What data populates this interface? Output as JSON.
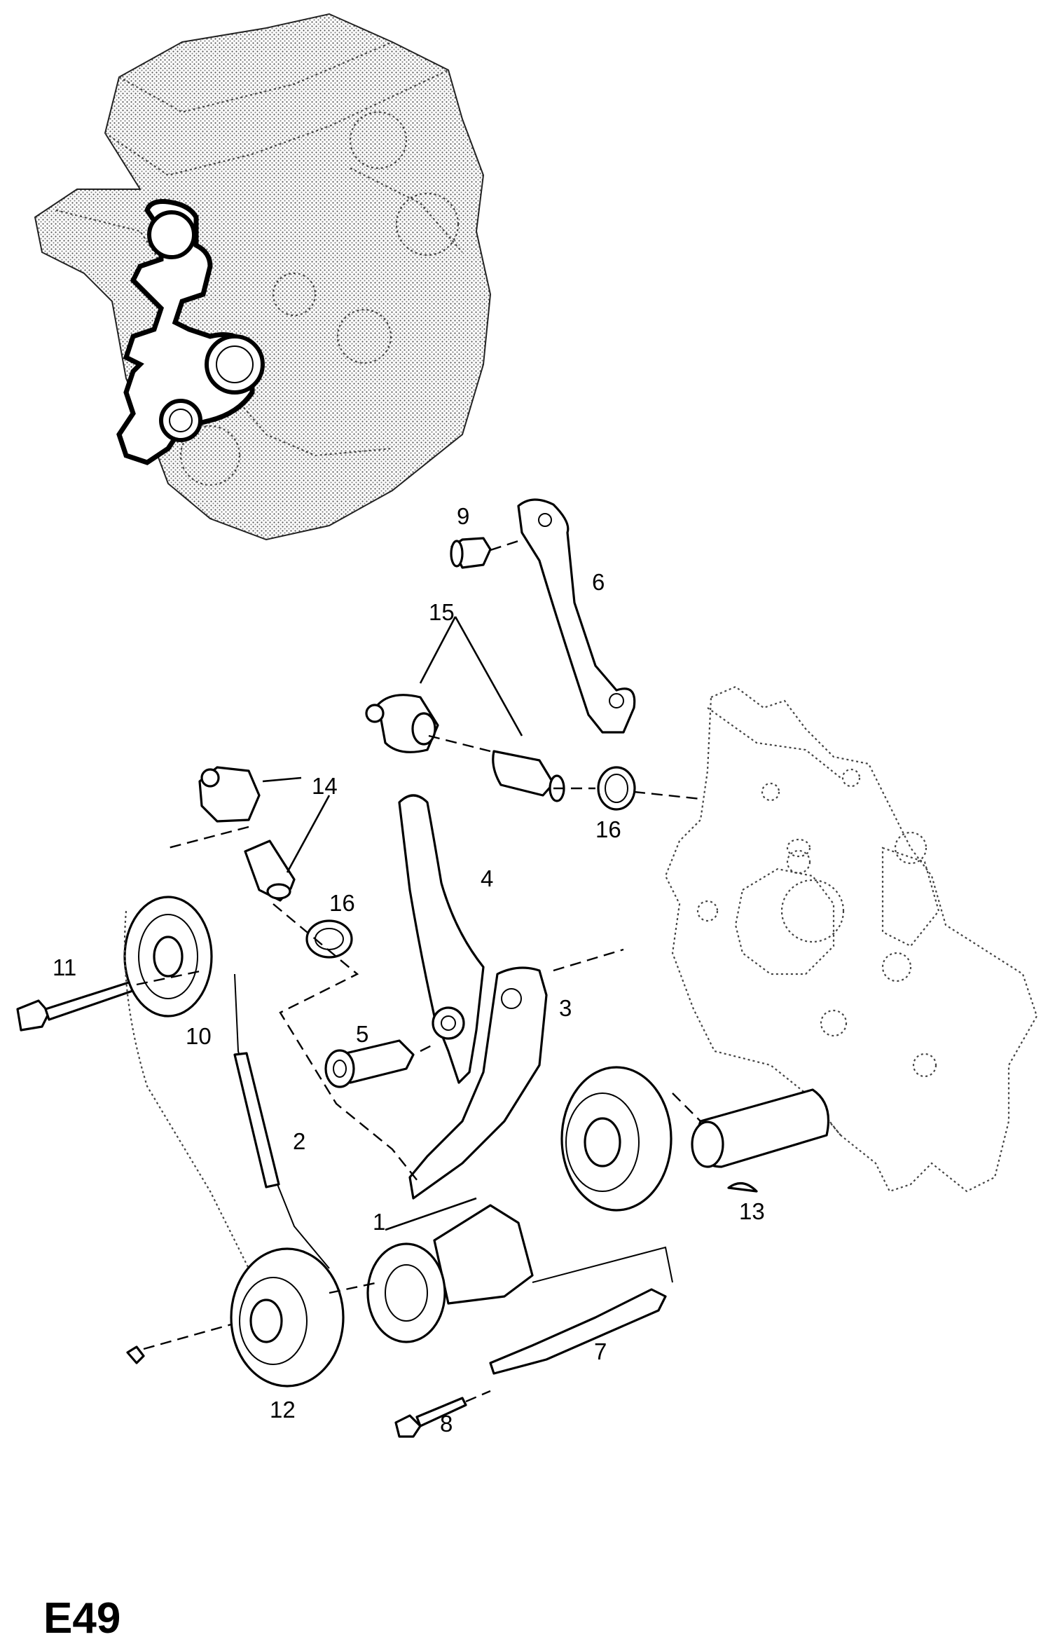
{
  "diagram": {
    "code": "E49",
    "callouts": [
      "1",
      "2",
      "3",
      "4",
      "5",
      "6",
      "7",
      "8",
      "9",
      "10",
      "11",
      "12",
      "13",
      "14",
      "15",
      "16",
      "16"
    ]
  }
}
